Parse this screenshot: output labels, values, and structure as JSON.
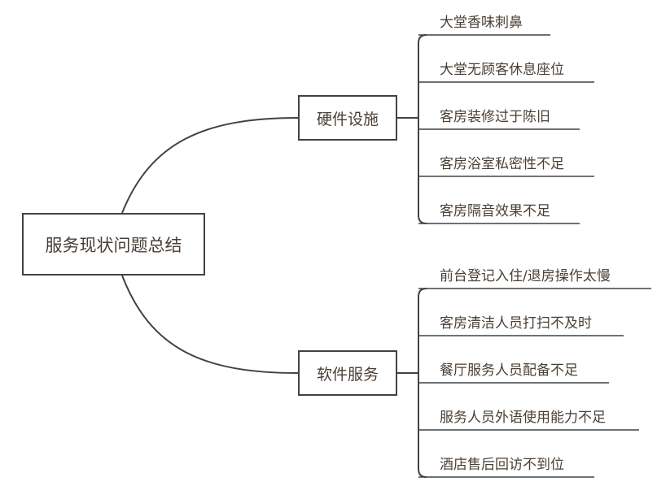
{
  "root": {
    "label": "服务现状问题总结"
  },
  "branches": [
    {
      "label": "硬件设施",
      "items": [
        "大堂香味刺鼻",
        "大堂无顾客休息座位",
        "客房装修过于陈旧",
        "客房浴室私密性不足",
        "客房隔音效果不足"
      ]
    },
    {
      "label": "软件服务",
      "items": [
        "前台登记入住/退房操作太慢",
        "客房清洁人员打扫不及时",
        "餐厅服务人员配备不足",
        "服务人员外语使用能力不足",
        "酒店售后回访不到位"
      ]
    }
  ],
  "colors": {
    "line": "#3f4345",
    "text": "#4a3f35"
  }
}
